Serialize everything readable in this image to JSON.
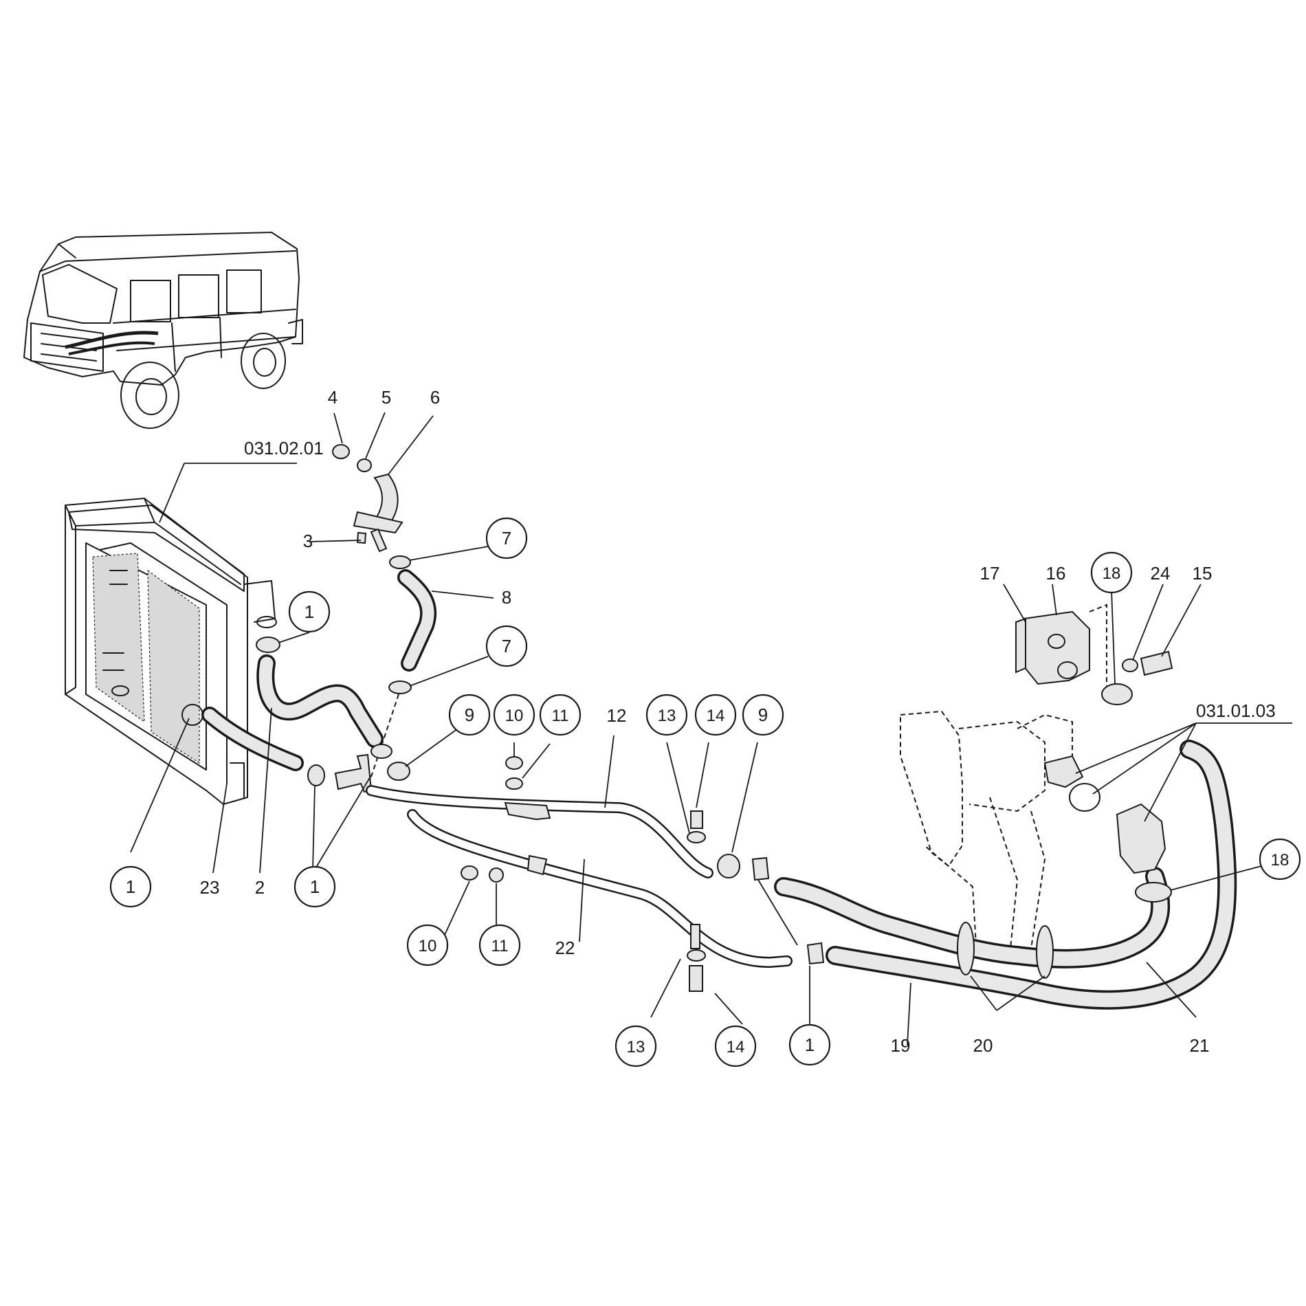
{
  "diagram": {
    "ref_labels": {
      "radiator": "031.02.01",
      "engine": "031.01.03"
    },
    "callouts": [
      {
        "id": "c1a",
        "label": "1"
      },
      {
        "id": "c1b",
        "label": "1"
      },
      {
        "id": "c1c",
        "label": "1"
      },
      {
        "id": "c1d",
        "label": "1"
      },
      {
        "id": "c2",
        "label": "2"
      },
      {
        "id": "c3",
        "label": "3"
      },
      {
        "id": "c4",
        "label": "4"
      },
      {
        "id": "c5",
        "label": "5"
      },
      {
        "id": "c6",
        "label": "6"
      },
      {
        "id": "c7a",
        "label": "7"
      },
      {
        "id": "c7b",
        "label": "7"
      },
      {
        "id": "c8",
        "label": "8"
      },
      {
        "id": "c9a",
        "label": "9"
      },
      {
        "id": "c9b",
        "label": "9"
      },
      {
        "id": "c10a",
        "label": "10"
      },
      {
        "id": "c10b",
        "label": "10"
      },
      {
        "id": "c11a",
        "label": "11"
      },
      {
        "id": "c11b",
        "label": "11"
      },
      {
        "id": "c12",
        "label": "12"
      },
      {
        "id": "c13a",
        "label": "13"
      },
      {
        "id": "c13b",
        "label": "13"
      },
      {
        "id": "c14a",
        "label": "14"
      },
      {
        "id": "c14b",
        "label": "14"
      },
      {
        "id": "c15",
        "label": "15"
      },
      {
        "id": "c16",
        "label": "16"
      },
      {
        "id": "c17",
        "label": "17"
      },
      {
        "id": "c18a",
        "label": "18"
      },
      {
        "id": "c18b",
        "label": "18"
      },
      {
        "id": "c19",
        "label": "19"
      },
      {
        "id": "c20",
        "label": "20"
      },
      {
        "id": "c21",
        "label": "21"
      },
      {
        "id": "c22",
        "label": "22"
      },
      {
        "id": "c23",
        "label": "23"
      },
      {
        "id": "c24",
        "label": "24"
      }
    ]
  }
}
